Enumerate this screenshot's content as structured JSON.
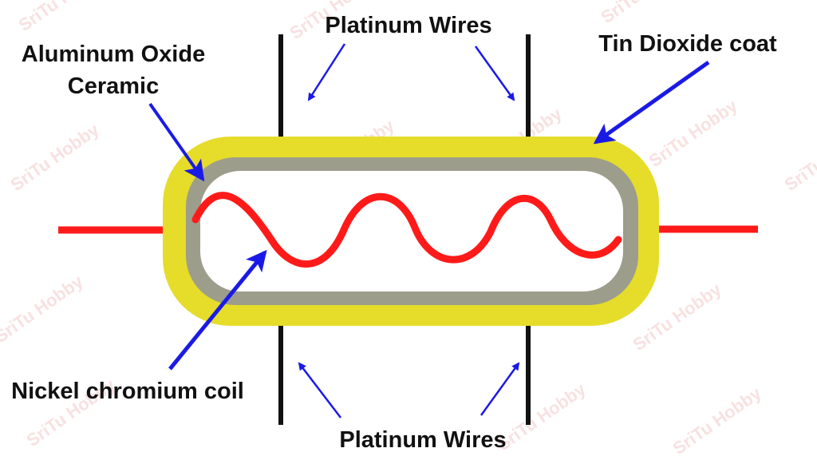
{
  "labels": {
    "platinum_top": "Platinum Wires",
    "platinum_bottom": "Platinum Wires",
    "aluminum_line1": "Aluminum Oxide",
    "aluminum_line2": "Ceramic",
    "tin": "Tin Dioxide coat",
    "nickel": "Nickel chromium coil"
  },
  "watermark": "SriTu Hobby",
  "colors": {
    "outer_coat": "#e6dc2a",
    "ceramic": "#9d9d8c",
    "coil": "#ff1a1a",
    "wire": "#111111",
    "arrow": "#1a1ae6"
  }
}
